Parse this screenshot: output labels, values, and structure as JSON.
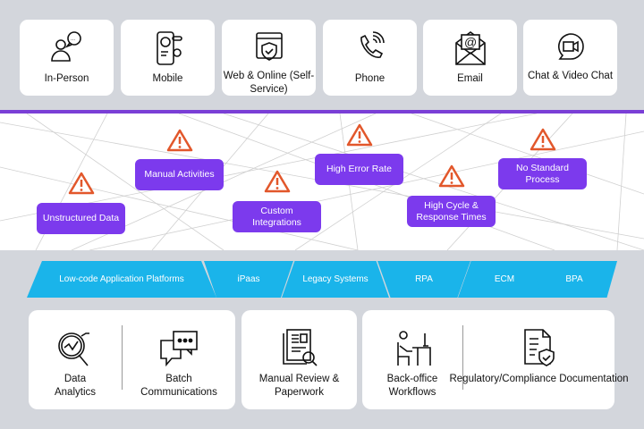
{
  "channels": [
    {
      "icon": "person-chat-icon",
      "label": "In-Person"
    },
    {
      "icon": "mobile-icon",
      "label": "Mobile"
    },
    {
      "icon": "web-shield-icon",
      "label": "Web & Online (Self-Service)"
    },
    {
      "icon": "phone-icon",
      "label": "Phone"
    },
    {
      "icon": "email-icon",
      "label": "Email"
    },
    {
      "icon": "video-chat-icon",
      "label": "Chat & Video Chat"
    }
  ],
  "pain_points": [
    {
      "label": "Unstructured Data"
    },
    {
      "label": "Manual Activities"
    },
    {
      "label": "Custom Integrations"
    },
    {
      "label": "High Error Rate"
    },
    {
      "label": "High Cycle & Response Times"
    },
    {
      "label": "No Standard Process"
    }
  ],
  "technologies": [
    {
      "label": "Low-code Application Platforms"
    },
    {
      "label": "iPaas"
    },
    {
      "label": "Legacy Systems"
    },
    {
      "label": "RPA"
    },
    {
      "label": "ECM"
    },
    {
      "label": "BPA"
    }
  ],
  "back_office": [
    {
      "icon": "analytics-magnifier-icon",
      "label": "Data Analytics"
    },
    {
      "icon": "chat-bubbles-icon",
      "label": "Batch Communications"
    },
    {
      "icon": "document-search-icon",
      "label": "Manual Review & Paperwork"
    },
    {
      "icon": "desk-worker-icon",
      "label": "Back-office Workflows"
    },
    {
      "icon": "compliance-document-icon",
      "label": "Regulatory/Compliance Documentation"
    }
  ],
  "colors": {
    "purple": "#7c3aed",
    "cyan": "#1ab4ea",
    "warning": "#e2572b",
    "background": "#d3d6dc"
  }
}
